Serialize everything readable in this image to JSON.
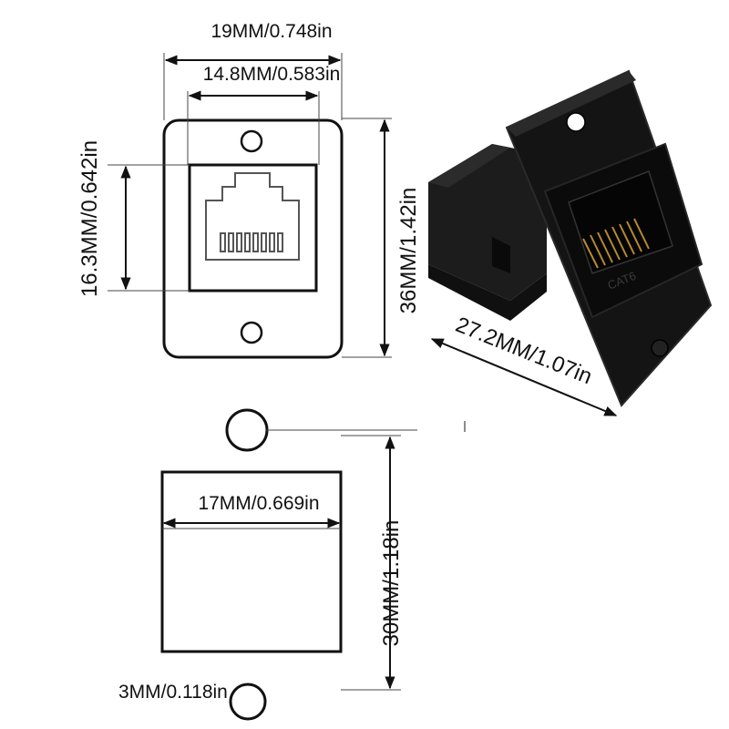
{
  "colors": {
    "ink": "#111111",
    "background": "#ffffff",
    "connector_body": "#151515",
    "connector_face": "#0b0b0b",
    "contact_gold": "#b8892e"
  },
  "dimensions": {
    "overall_width": "19MM/0.748in",
    "jack_width": "14.8MM/0.583in",
    "jack_height": "16.3MM/0.642in",
    "plate_height": "36MM/1.42in",
    "depth": "27.2MM/1.07in",
    "body_width": "17MM/0.669in",
    "body_height": "30MM/1.18in",
    "hole_diameter": "3MM/0.118in"
  },
  "connector_photo": {
    "face_label": "CAT6"
  }
}
